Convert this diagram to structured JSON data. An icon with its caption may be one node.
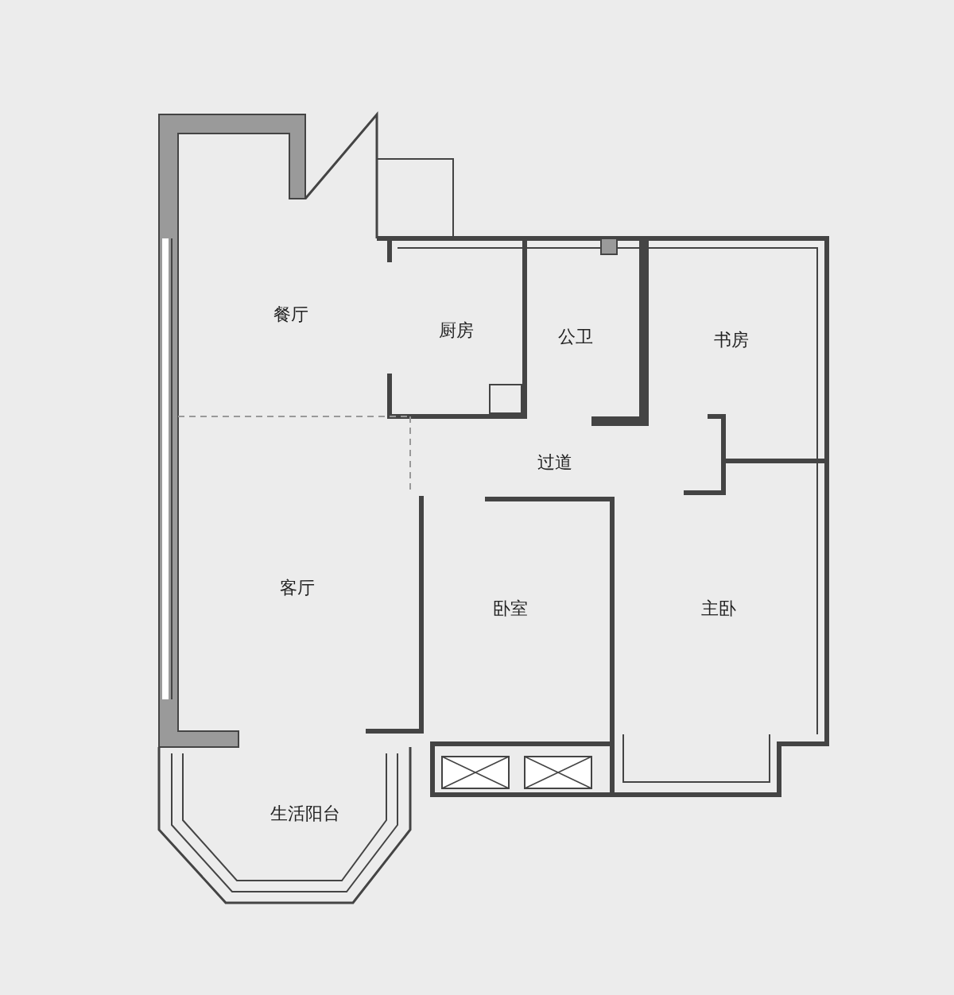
{
  "diagram": {
    "labels": [
      "餐厅",
      "厨房",
      "公卫",
      "书房",
      "过道",
      "客厅",
      "卧室",
      "主卧",
      "生活阳台"
    ]
  }
}
